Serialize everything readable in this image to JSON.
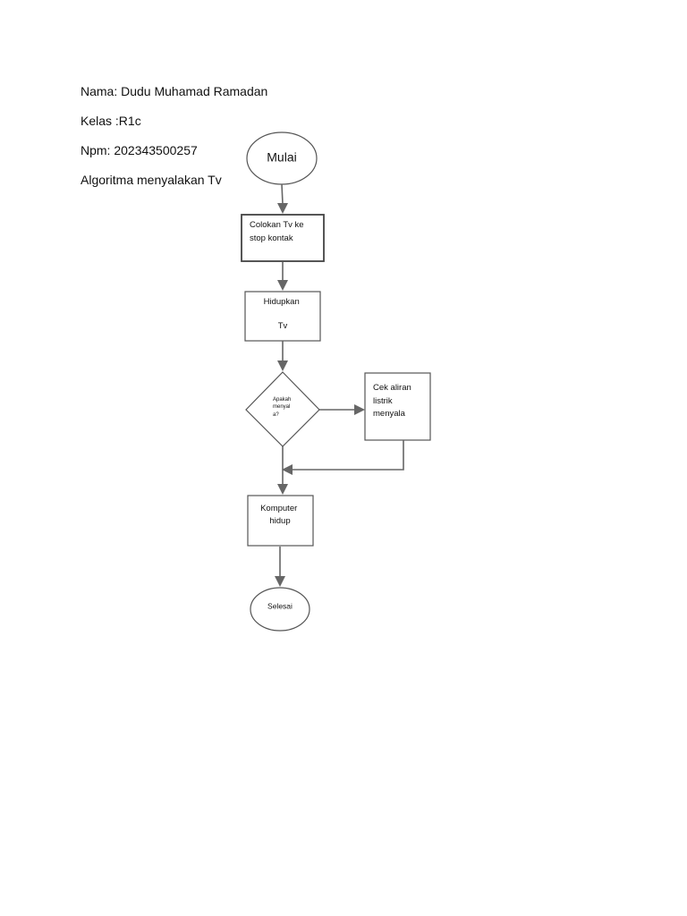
{
  "header": {
    "nama": "Nama: Dudu Muhamad Ramadan",
    "kelas": "Kelas :R1c",
    "npm": "Npm: 202343500257",
    "judul": "Algoritma menyalakan Tv"
  },
  "flowchart": {
    "start": "Mulai",
    "step1": [
      "Colokan Tv ke",
      "stop kontak"
    ],
    "step2": [
      "Hidupkan",
      "Tv"
    ],
    "decision": [
      "Apakah",
      "menyal",
      "a?"
    ],
    "side_step": [
      "Cek aliran",
      "listrik",
      "menyala"
    ],
    "step3": [
      "Komputer",
      "hidup"
    ],
    "end": "Selesai"
  }
}
